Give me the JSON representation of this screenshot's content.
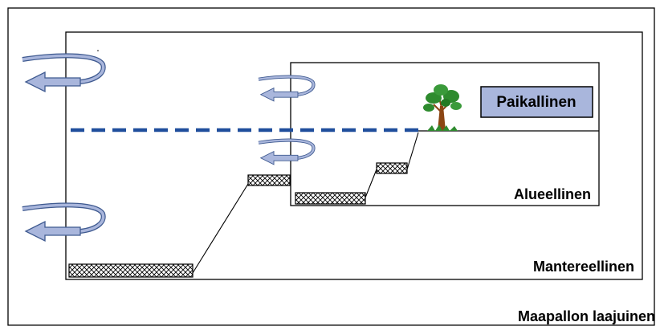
{
  "labels": {
    "global": "Maapallon laajuinen",
    "continental": "Mantereellinen",
    "regional": "Alueellinen",
    "local": "Paikallinen"
  },
  "colors": {
    "dashed_line": "#1f4e9c",
    "local_box_fill": "#a9b6dc",
    "arrow_fill": "#a9b6dc",
    "arrow_stroke": "#3f5a90",
    "tree_foliage": "#2e8b2e",
    "tree_trunk": "#8b4513"
  },
  "icons": [
    "circular-arrow-icon",
    "tree-icon",
    "hatched-box-icon"
  ]
}
